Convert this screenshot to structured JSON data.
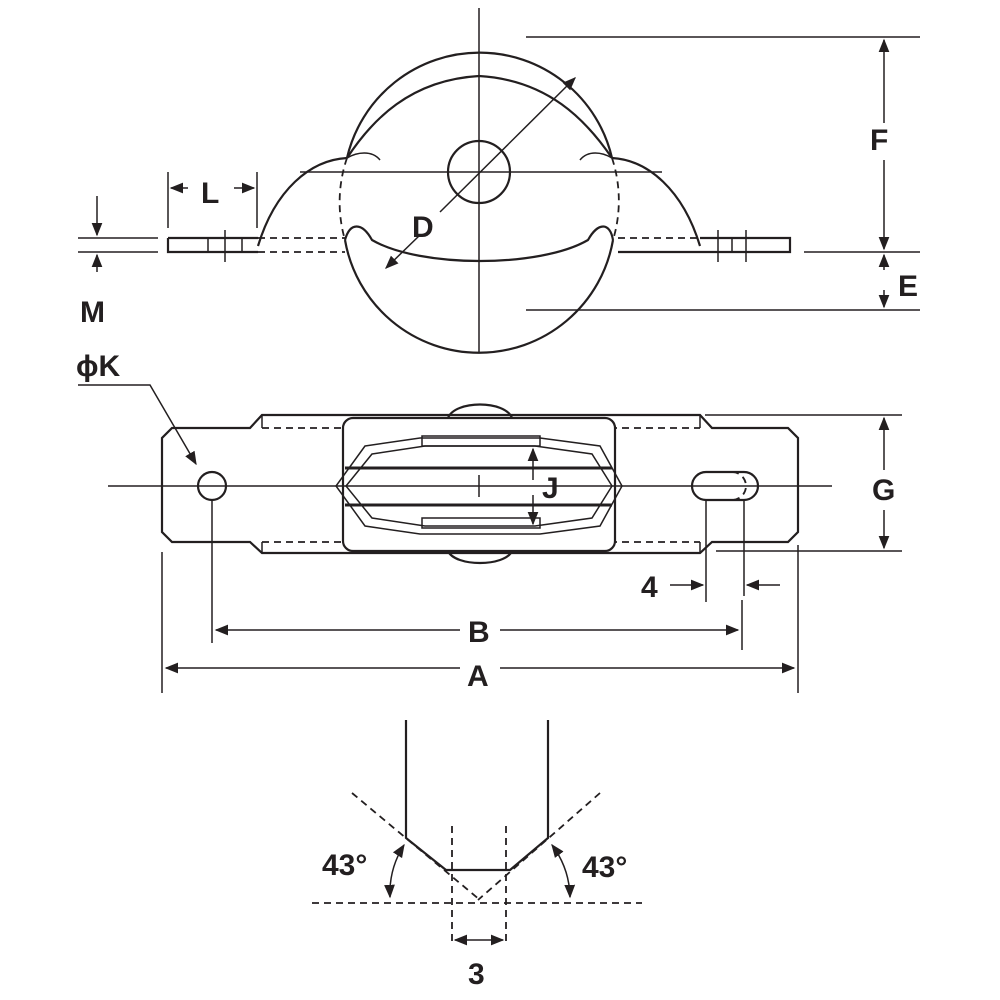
{
  "labels": {
    "F": "F",
    "E": "E",
    "L": "L",
    "M": "M",
    "D": "D",
    "K": "ϕK",
    "J": "J",
    "G": "G",
    "slot": "4",
    "B": "B",
    "A": "A",
    "angle_left": "43°",
    "angle_right": "43°",
    "groove": "3"
  },
  "colors": {
    "line": "#231f20",
    "background": "#ffffff"
  }
}
